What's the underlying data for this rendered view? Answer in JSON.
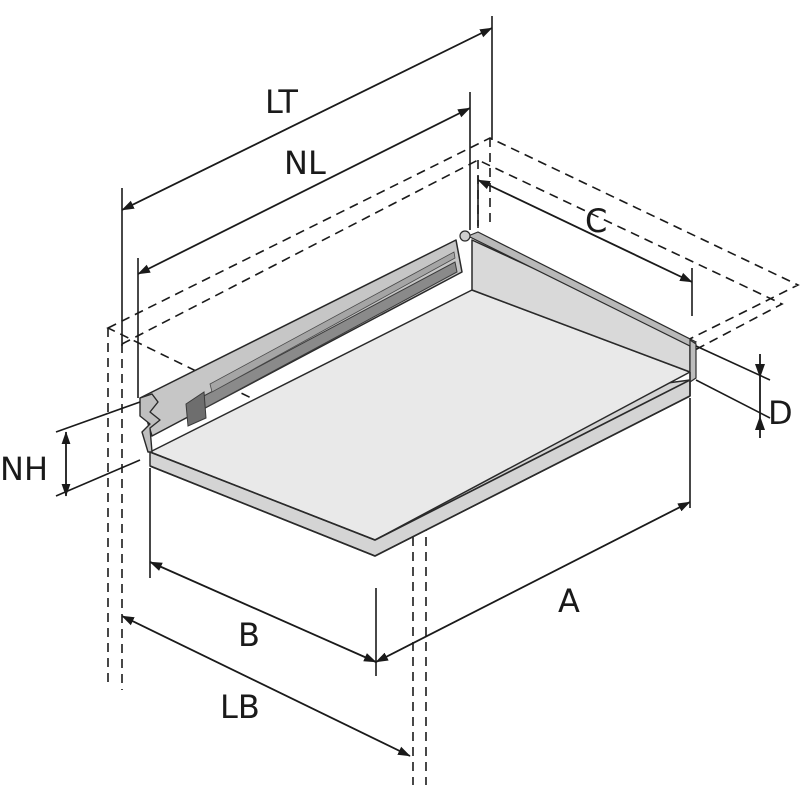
{
  "labels": {
    "lt": "LT",
    "nl": "NL",
    "c": "C",
    "d": "D",
    "nh": "NH",
    "a": "A",
    "b": "B",
    "lb": "LB"
  },
  "colors": {
    "line": "#1a1a1a",
    "panel_fill": "#e6e6e6",
    "panel_shade": "#c9c9c9",
    "back_panel": "#d9d9d9",
    "runner_dark": "#7a7a7a"
  }
}
